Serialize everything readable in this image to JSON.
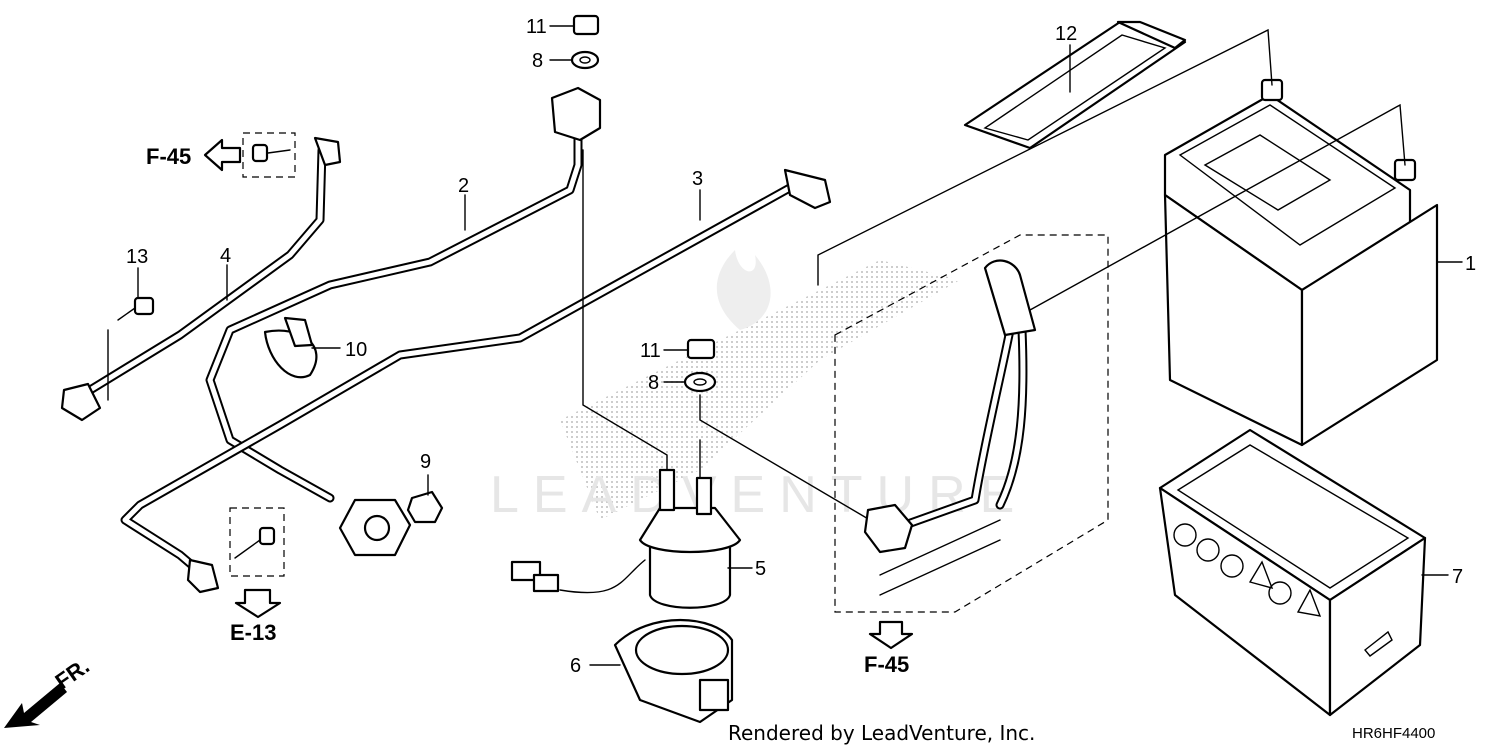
{
  "diagram": {
    "part_numbers": {
      "n1": "1",
      "n2": "2",
      "n3": "3",
      "n4": "4",
      "n5": "5",
      "n6": "6",
      "n7": "7",
      "n8a": "8",
      "n8b": "8",
      "n9": "9",
      "n10": "10",
      "n11a": "11",
      "n11b": "11",
      "n12": "12",
      "n13": "13"
    },
    "references": {
      "f45_left": "F-45",
      "e13": "E-13",
      "f45_bottom": "F-45",
      "front": "FR."
    },
    "watermark": "LEADVENTURE",
    "credit": "Rendered by LeadVenture, Inc.",
    "diagram_code": "HR6HF4400",
    "colors": {
      "line": "#000000",
      "background": "#ffffff",
      "watermark": "#e6e6e6"
    }
  }
}
